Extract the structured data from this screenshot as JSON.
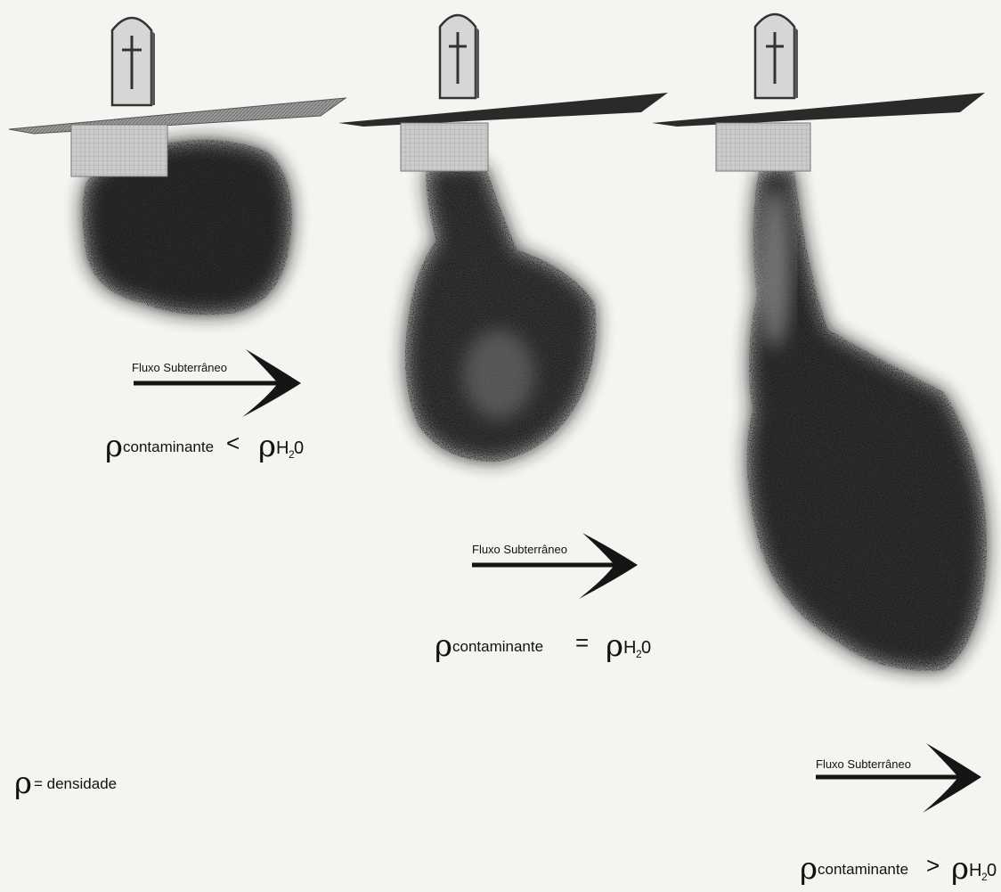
{
  "scenes": [
    {
      "id": "lighter",
      "flow_label": "Fluxo Subterrâneo",
      "rho": "ρ",
      "contaminant": "contaminante",
      "operator": "<",
      "water_rho": "ρ",
      "water": "H",
      "water_sub": "2",
      "water_tail": "0"
    },
    {
      "id": "equal",
      "flow_label": "Fluxo Subterrâneo",
      "rho": "ρ",
      "contaminant": "contaminante",
      "operator": "=",
      "water_rho": "ρ",
      "water": "H",
      "water_sub": "2",
      "water_tail": "0"
    },
    {
      "id": "denser",
      "flow_label": "Fluxo Subterrâneo",
      "rho": "ρ",
      "contaminant": "contaminante",
      "operator": ">",
      "water_rho": "ρ",
      "water": "H",
      "water_sub": "2",
      "water_tail": "0"
    }
  ],
  "legend": {
    "symbol": "ρ",
    "text": "= densidade"
  },
  "colors": {
    "plume": "#1e1e1e",
    "ground_top": "#2b2b2b",
    "ground_light": "#9a9a9a",
    "grave_block": "#c9c9c9",
    "headstone": "#d4d4d4",
    "arrow": "#151515"
  },
  "icons": [
    "headstone-cross-icon",
    "flow-arrow-icon"
  ]
}
